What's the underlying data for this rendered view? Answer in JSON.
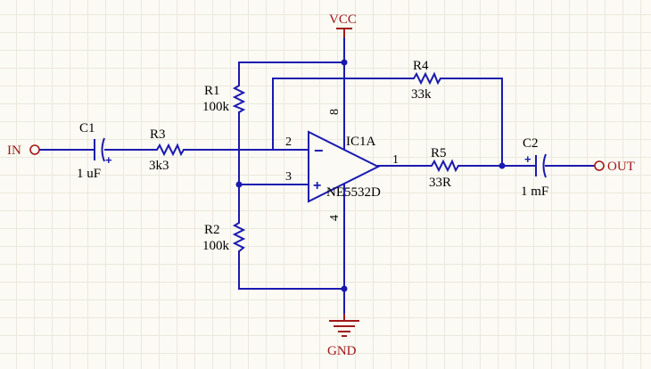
{
  "power": {
    "vcc": "VCC",
    "gnd": "GND"
  },
  "ports": {
    "input": "IN",
    "output": "OUT"
  },
  "opamp": {
    "designator": "IC1A",
    "part": "NE5532D",
    "pins": {
      "inverting": "2",
      "non_inverting": "3",
      "output": "1",
      "vplus": "8",
      "vminus": "4"
    },
    "minus_sign": "−",
    "plus_sign": "+"
  },
  "components": {
    "c1": {
      "designator": "C1",
      "value": "1 uF",
      "polarity": "+"
    },
    "c2": {
      "designator": "C2",
      "value": "1 mF",
      "polarity": "+"
    },
    "r1": {
      "designator": "R1",
      "value": "100k"
    },
    "r2": {
      "designator": "R2",
      "value": "100k"
    },
    "r3": {
      "designator": "R3",
      "value": "3k3"
    },
    "r4": {
      "designator": "R4",
      "value": "33k"
    },
    "r5": {
      "designator": "R5",
      "value": "33R"
    }
  },
  "colors": {
    "wire": "#1a1ab0",
    "power": "#a01818",
    "grid": "#ebe8dc",
    "background": "#fbfaf4"
  }
}
